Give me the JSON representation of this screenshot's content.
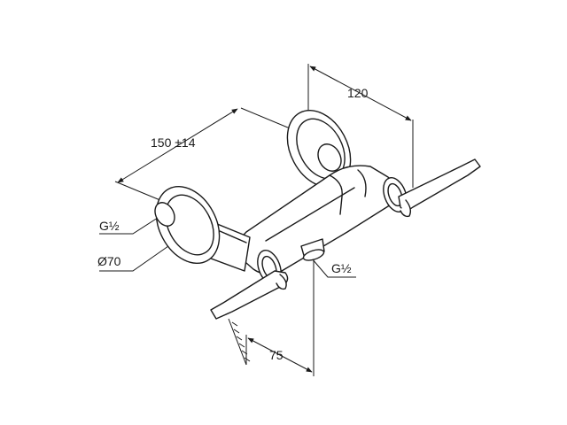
{
  "dimensions": {
    "width_120": "120",
    "center_distance": "150 ±14",
    "depth_75": "75"
  },
  "callouts": {
    "thread_left": "G½",
    "diameter": "Ø70",
    "thread_bottom": "G½"
  },
  "colors": {
    "line": "#1a1a1a",
    "background": "#ffffff"
  }
}
